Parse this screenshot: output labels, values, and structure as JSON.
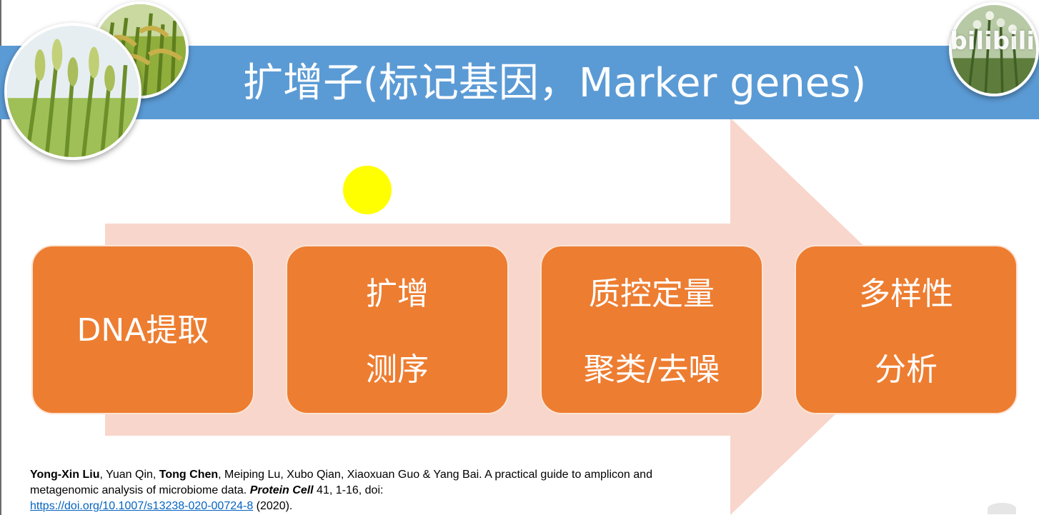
{
  "slide": {
    "title": "扩增子(标记基因，Marker genes)",
    "watermark": "bilibili",
    "colors": {
      "title_bar": "#5b9bd5",
      "arrow": "#f8d6cc",
      "step_box": "#ed7d31",
      "highlight_dot": "#ffff00",
      "link": "#0563c1"
    },
    "icons": {
      "photo_left_back": "rice-field-photo",
      "photo_left_front": "wheat-field-photo",
      "photo_right": "grass-photo",
      "pointer": "laser-pointer-dot",
      "flow": "process-arrow"
    }
  },
  "steps": [
    {
      "lines": [
        "DNA提取"
      ]
    },
    {
      "lines": [
        "扩增",
        "测序"
      ]
    },
    {
      "lines": [
        "质控定量",
        "聚类/去噪"
      ]
    },
    {
      "lines": [
        "多样性",
        "分析"
      ]
    }
  ],
  "citation": {
    "author_1": "Yong-Xin Liu",
    "sep_1": ", ",
    "author_2": "Yuan Qin",
    "sep_2": ", ",
    "author_3": "Tong Chen",
    "rest_authors": ", Meiping Lu, Xubo Qian, Xiaoxuan Guo & Yang Bai. ",
    "title": "A practical guide to amplicon and metagenomic analysis of microbiome data. ",
    "journal": "Protein Cell",
    "volume": " 41, 1-16, doi:",
    "doi_url": "https://doi.org/10.1007/s13238-020-00724-8",
    "year": " (2020)."
  }
}
